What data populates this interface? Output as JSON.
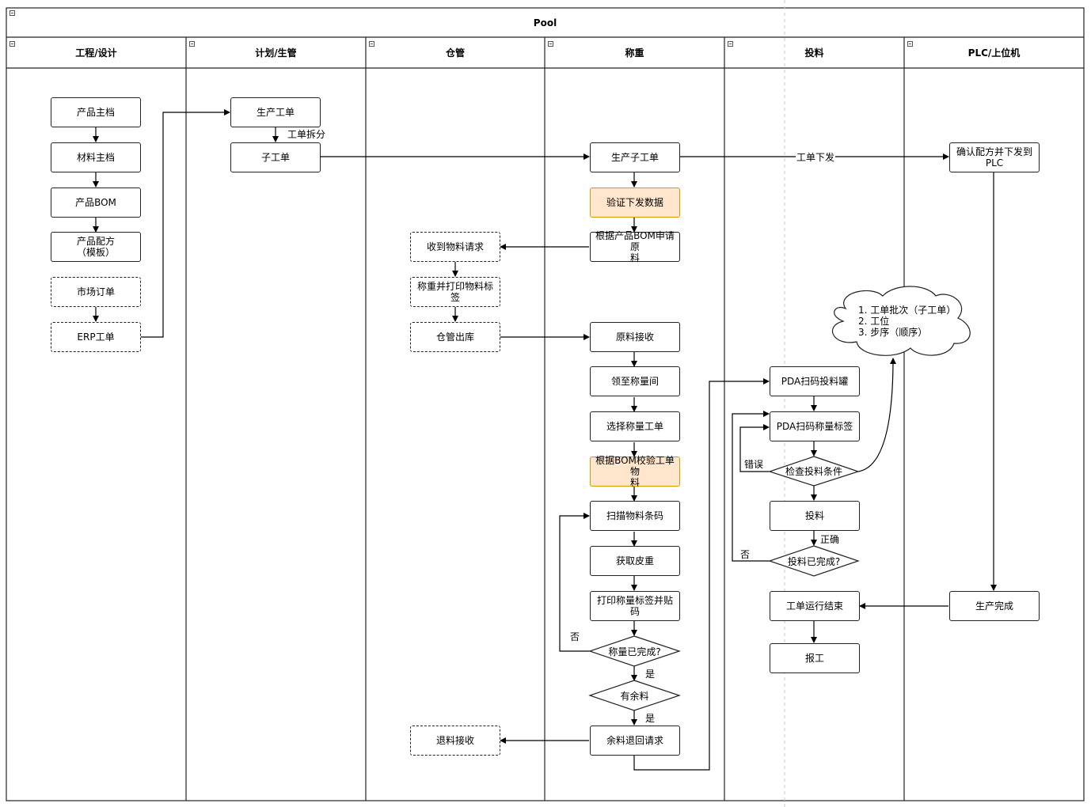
{
  "pool": {
    "title": "Pool"
  },
  "lanes": [
    "工程/设计",
    "计划/生管",
    "仓管",
    "称重",
    "投料",
    "PLC/上位机"
  ],
  "nodes": {
    "product_master": "产品主档",
    "material_master": "材料主档",
    "product_bom": "产品BOM",
    "product_recipe": "产品配方\n（模板）",
    "market_order": "市场订单",
    "erp_order": "ERP工单",
    "production_order": "生产工单",
    "sub_order": "子工单",
    "production_sub_order": "生产子工单",
    "verify_data": "验证下发数据",
    "request_material": "根据产品BOM申请原\n料",
    "receive_request": "收到物料请求",
    "weigh_print_label": "称重并打印物料标签",
    "warehouse_out": "仓管出库",
    "material_receive": "原料接收",
    "to_weigh_room": "领至称量间",
    "select_weigh_order": "选择称量工单",
    "check_material_bom": "根据BOM校验工单物\n料",
    "scan_barcode": "扫描物料条码",
    "get_tare": "获取皮重",
    "print_weigh_label": "打印称量标签并贴码",
    "return_request": "余料退回请求",
    "return_receive": "退料接收",
    "pda_scan_tank": "PDA扫码投料罐",
    "pda_scan_label": "PDA扫码称量标签",
    "feeding": "投料",
    "order_run_end": "工单运行结束",
    "report": "报工",
    "confirm_recipe": "确认配方并下发到\nPLC",
    "production_done": "生产完成"
  },
  "decisions": {
    "weigh_done": "称量已完成?",
    "has_surplus": "有余料",
    "check_feed": "检查投料条件",
    "feed_done": "投料已完成?"
  },
  "edge_labels": {
    "split": "工单拆分",
    "dispatch": "工单下发",
    "no_weigh": "否",
    "yes_weigh": "是",
    "yes_surplus": "是",
    "error": "错误",
    "correct": "正确",
    "no_feed": "否"
  },
  "cloud": {
    "text": "1. 工单批次（子工单）\n2. 工位\n3. 步序（顺序）"
  }
}
